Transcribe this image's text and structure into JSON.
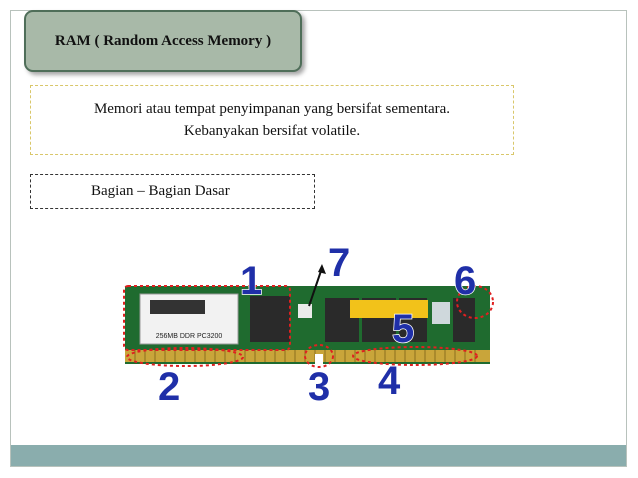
{
  "slide": {
    "title": "RAM ( Random Access Memory )",
    "description_line1": "Memori atau tempat penyimpanan yang bersifat sementara.",
    "description_line2": "Kebanyakan bersifat volatile.",
    "subheading": "Bagian – Bagian Dasar"
  },
  "figure": {
    "module_label": "256MB DDR PC3200",
    "callouts": [
      "1",
      "2",
      "3",
      "4",
      "5",
      "6",
      "7"
    ],
    "colors": {
      "pcb": "#1f6b2f",
      "callout_number": "#1f2fa8",
      "dotted_outline": "#e02020",
      "chip": "#2a2a2a",
      "contacts": "#c9a53a",
      "sticker_yellow": "#f2c21a"
    }
  },
  "theme": {
    "title_bg": "#a8b9a8",
    "bottom_bar": "#8aadad"
  }
}
